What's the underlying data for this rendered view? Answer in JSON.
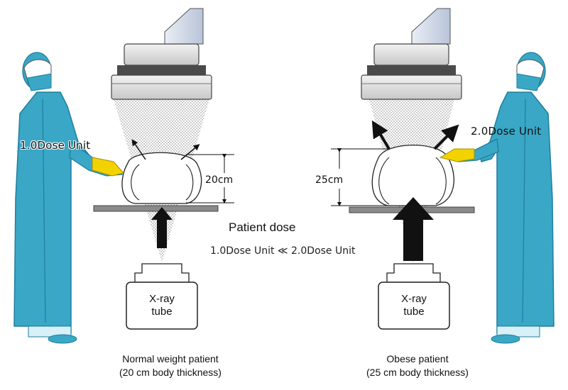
{
  "left": {
    "dose_label": "1.0Dose Unit",
    "thickness_label": "20cm",
    "tube_label_line1": "X-ray",
    "tube_label_line2": "tube",
    "caption_line1": "Normal weight patient",
    "caption_line2": "(20 cm body thickness)"
  },
  "right": {
    "dose_label": "2.0Dose Unit",
    "thickness_label": "25cm",
    "tube_label_line1": "X-ray",
    "tube_label_line2": "tube",
    "caption_line1": "Obese patient",
    "caption_line2": "(25 cm body thickness)"
  },
  "center": {
    "title": "Patient dose",
    "comparison": "1.0Dose Unit ≪ 2.0Dose Unit"
  },
  "colors": {
    "gown": "#3aa7c6",
    "gown_dark": "#1f7f9c",
    "glove": "#f2d200",
    "beam": "#c9c9c9",
    "table": "#8a8a8a",
    "detector_dark": "#4a4a4a",
    "shield": "#cfd8e6"
  }
}
